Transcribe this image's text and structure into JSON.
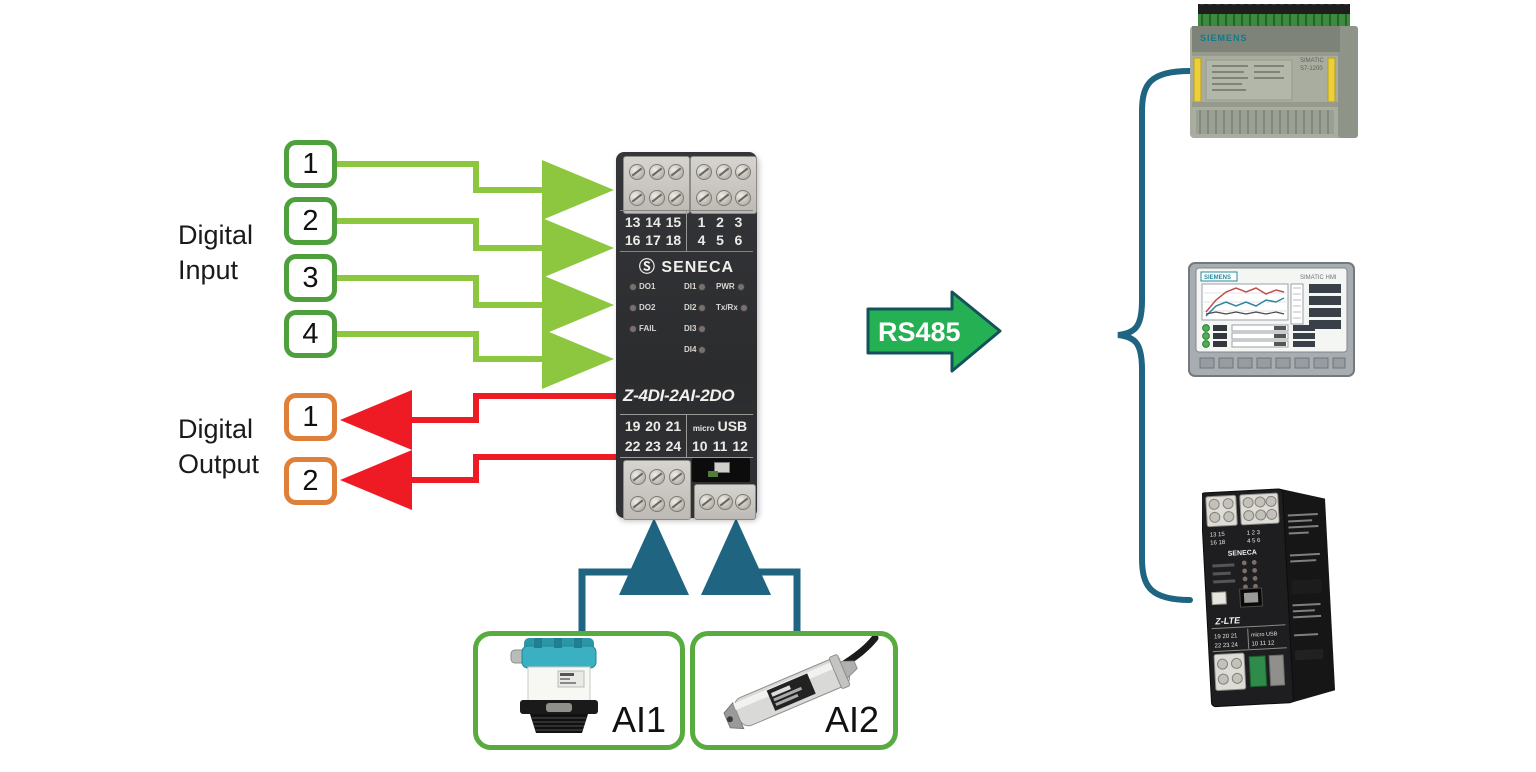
{
  "digital_input": {
    "label": [
      "Digital",
      "Input"
    ],
    "ports": [
      "1",
      "2",
      "3",
      "4"
    ]
  },
  "digital_output": {
    "label": [
      "Digital",
      "Output"
    ],
    "ports": [
      "1",
      "2"
    ]
  },
  "module": {
    "brand_glyph": "Ⓢ",
    "brand": "SENECA",
    "model": "Z-4DI-2AI-2DO",
    "top_left": [
      [
        "13",
        "14",
        "15"
      ],
      [
        "16",
        "17",
        "18"
      ]
    ],
    "top_right": [
      [
        "1",
        "2",
        "3"
      ],
      [
        "4",
        "5",
        "6"
      ]
    ],
    "bottom_left": [
      [
        "19",
        "20",
        "21"
      ],
      [
        "22",
        "23",
        "24"
      ]
    ],
    "usb_small": "micro",
    "usb_big": "USB",
    "bottom_right": [
      "10",
      "11",
      "12"
    ],
    "leds_left": [
      "DO1",
      "DO2",
      "FAIL"
    ],
    "leds_mid": [
      "DI1",
      "DI2",
      "DI3",
      "DI4"
    ],
    "leds_right": [
      "PWR",
      "Tx/Rx"
    ]
  },
  "bus": {
    "label": "RS485"
  },
  "sensors": {
    "ai1": "AI1",
    "ai2": "AI2"
  },
  "devices": {
    "plc": {
      "brand": "SIEMENS",
      "series": "SIMATIC",
      "model": "S7-1200"
    },
    "hmi": {
      "brand": "SIEMENS",
      "title": "SIMATIC HMI"
    },
    "gateway": {
      "brand": "SENECA",
      "model": "Z-LTE",
      "top_left": [
        "13  15",
        "16  18"
      ],
      "top_right": [
        "1 2 3",
        "4 5 6"
      ],
      "bottom_left": [
        "19 20 21",
        "22 23 24"
      ],
      "usb": "micro USB",
      "bottom_right": "10 11 12"
    }
  },
  "colors": {
    "input_green": "#4DA03C",
    "arrow_green": "#8DC63F",
    "output_orange": "#DE7F3A",
    "arrow_red": "#EE1B24",
    "bus_teal": "#1F6480",
    "rs485_green": "#25B054",
    "sensor_box_green": "#58AC3F"
  }
}
